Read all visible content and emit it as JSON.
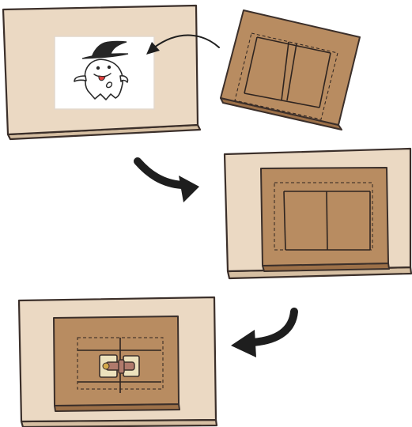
{
  "colors": {
    "board": "#ebd9c3",
    "board_side": "#d6bfa2",
    "cardboard": "#b88c61",
    "cardboard_side": "#9c7048",
    "outline": "#3b2f2a",
    "paper": "#ffffff",
    "ghost": "#ffffff",
    "hat": "#262626",
    "tongue": "#e0403e",
    "clasp_metal": "#ece2bd",
    "clasp_strap": "#b07a6c",
    "arrow": "#1e1e1e",
    "background": "#ffffff"
  },
  "icons": {
    "ghost": "ghost-witch-hat-icon",
    "clasp": "latch-clasp-icon",
    "arrow_curve": "curved-arrow-icon",
    "arrow_bold": "bold-curved-arrow-icon"
  },
  "steps": [
    {
      "step": 1,
      "description": ""
    },
    {
      "step": 2,
      "description": ""
    },
    {
      "step": 3,
      "description": ""
    }
  ]
}
